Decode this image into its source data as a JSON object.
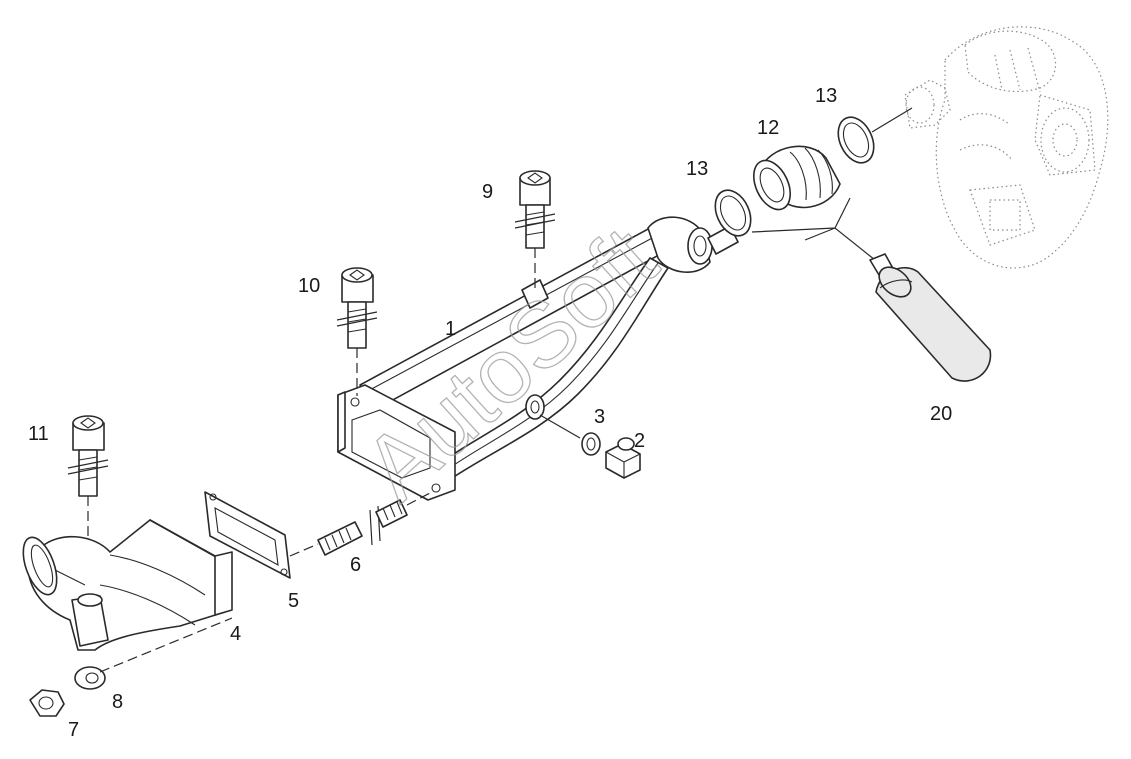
{
  "diagram": {
    "watermark": "AutoSoft",
    "callouts": {
      "c1": "1",
      "c2": "2",
      "c3": "3",
      "c4": "4",
      "c5": "5",
      "c6": "6",
      "c7": "7",
      "c8": "8",
      "c9": "9",
      "c10": "10",
      "c11": "11",
      "c12": "12",
      "c13a": "13",
      "c13b": "13",
      "c20": "20"
    }
  }
}
